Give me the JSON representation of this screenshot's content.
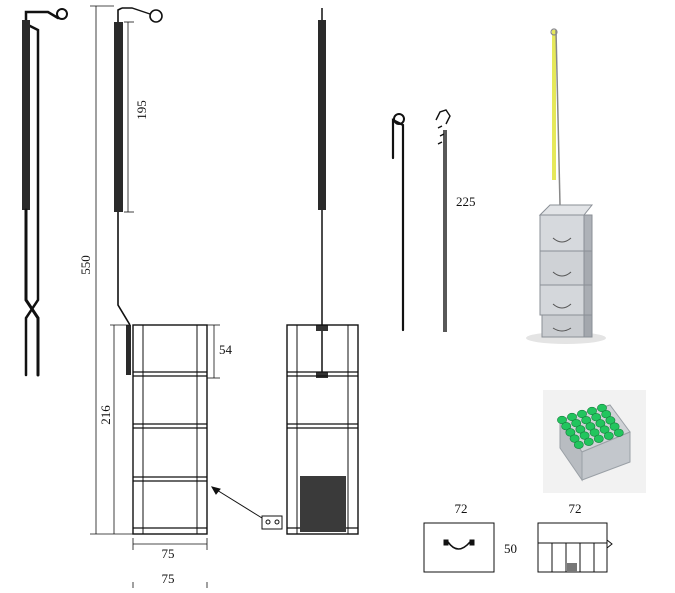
{
  "dimensions": {
    "total_height": "550",
    "handle_length": "195",
    "rack_height": "216",
    "top_spacing": "54",
    "rack_width_front": "75",
    "rack_width_bottom": "75",
    "rod_length": "225",
    "box_width_a": "72",
    "box_width_b": "72",
    "box_height": "50"
  },
  "colors": {
    "line": "#111111",
    "grip": "#2a2a2a",
    "plate": "#3a3a3a",
    "steel": "#c9ccd0",
    "cap_green": "#22c55e",
    "yellow_tape": "#e6e85a"
  },
  "photos": {
    "rack_photo": "stacked-steel-rack-photo",
    "box_photo": "box-with-green-caps-photo"
  }
}
